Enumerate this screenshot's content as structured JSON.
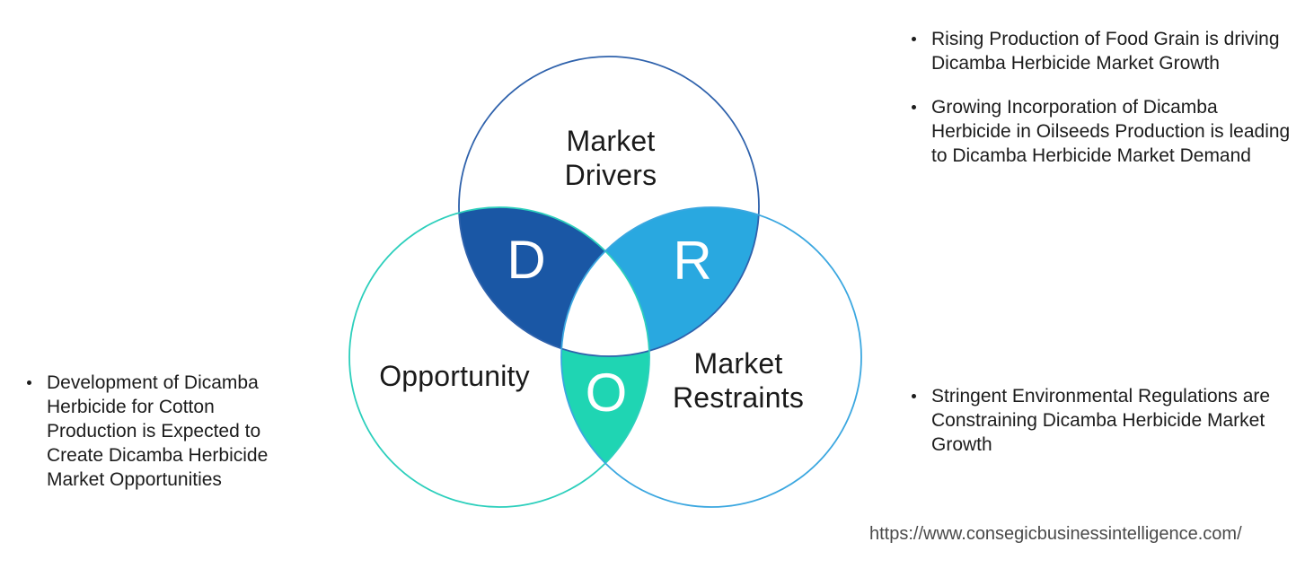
{
  "venn": {
    "circles": [
      {
        "name": "drivers",
        "label": "Market Drivers",
        "stroke": "#2f62ac"
      },
      {
        "name": "opportunity",
        "label": "Opportunity",
        "stroke": "#2ccfbc"
      },
      {
        "name": "restraints",
        "label": "Market Restraints",
        "stroke": "#3ba7e0"
      }
    ],
    "letters": {
      "drivers": "D",
      "restraints": "R",
      "opportunity": "O"
    },
    "lens_colors": {
      "drivers_opportunity": "#1a57a5",
      "drivers_restraints": "#29a8e0",
      "opportunity_restraints": "#1fd5b3",
      "center": "#ffffff"
    }
  },
  "annotations": {
    "drivers": {
      "items": [
        {
          "text": "Rising Production of Food Grain is driving Dicamba Herbicide Market Growth"
        },
        {
          "text": "Growing Incorporation of Dicamba Herbicide in Oilseeds Production is leading to Dicamba Herbicide Market Demand"
        }
      ]
    },
    "restraints": {
      "items": [
        {
          "text": "Stringent Environmental Regulations are Constraining Dicamba Herbicide Market Growth"
        }
      ]
    },
    "opportunity": {
      "items": [
        {
          "text": "Development of Dicamba Herbicide for Cotton Production is Expected to Create Dicamba Herbicide Market Opportunities"
        }
      ]
    }
  },
  "footer": {
    "url": "https://www.consegicbusinessintelligence.com/"
  }
}
